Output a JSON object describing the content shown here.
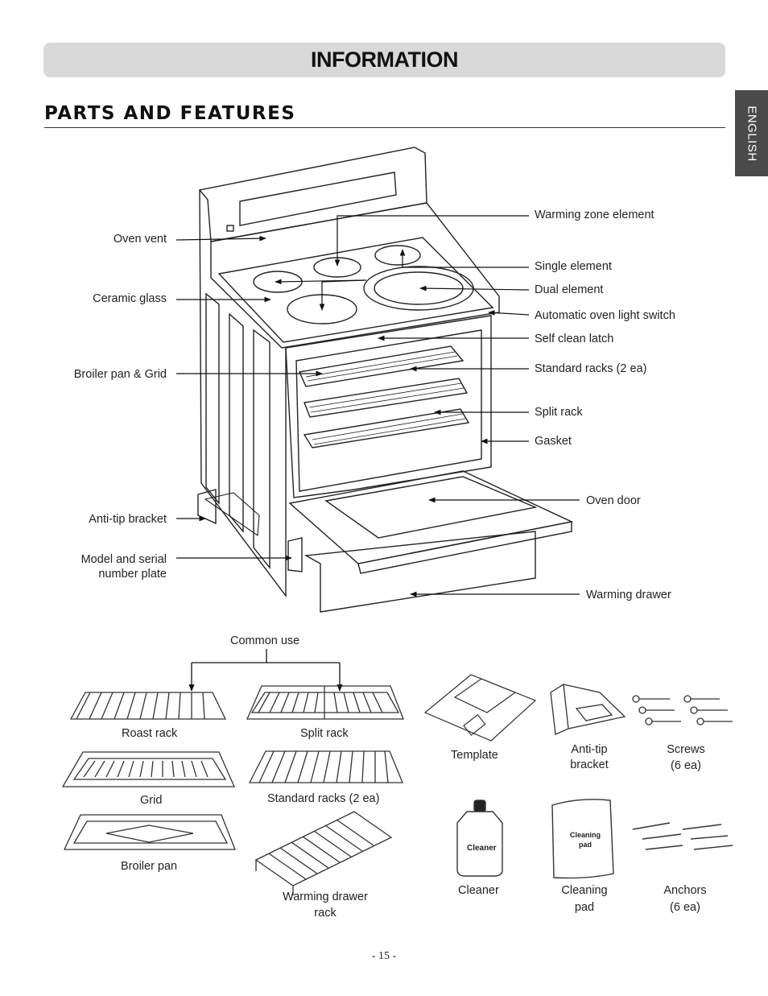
{
  "header": {
    "banner_title": "INFORMATION",
    "side_tab": "ENGLISH"
  },
  "section": {
    "title": "PARTS AND FEATURES"
  },
  "range_labels": {
    "left": {
      "oven_vent": "Oven vent",
      "ceramic_glass": "Ceramic glass",
      "broiler_pan_grid": "Broiler pan & Grid",
      "anti_tip_bracket": "Anti-tip bracket",
      "model_serial_1": "Model and serial",
      "model_serial_2": "number plate"
    },
    "right": {
      "warming_zone": "Warming zone element",
      "single_element": "Single element",
      "dual_element": "Dual element",
      "light_switch": "Automatic oven light switch",
      "self_clean_latch": "Self clean latch",
      "standard_racks": "Standard racks (2 ea)",
      "split_rack": "Split rack",
      "gasket": "Gasket",
      "oven_door": "Oven door",
      "warming_drawer": "Warming drawer"
    }
  },
  "accessories": {
    "common_use": "Common use",
    "roast_rack": "Roast rack",
    "split_rack": "Split rack",
    "grid": "Grid",
    "standard_racks": "Standard racks (2 ea)",
    "broiler_pan": "Broiler pan",
    "warming_rack_1": "Warming drawer",
    "warming_rack_2": "rack",
    "template": "Template",
    "anti_tip_1": "Anti-tip",
    "anti_tip_2": "bracket",
    "screws_1": "Screws",
    "screws_2": "(6 ea)",
    "cleaner": "Cleaner",
    "cleaner_bottle_text": "Cleaner",
    "cleaning_pad_1": "Cleaning",
    "cleaning_pad_2": "pad",
    "pad_bag_text_1": "Cleaning",
    "pad_bag_text_2": "pad",
    "anchors_1": "Anchors",
    "anchors_2": "(6 ea)"
  },
  "footer": {
    "page_number": "- 15 -"
  }
}
